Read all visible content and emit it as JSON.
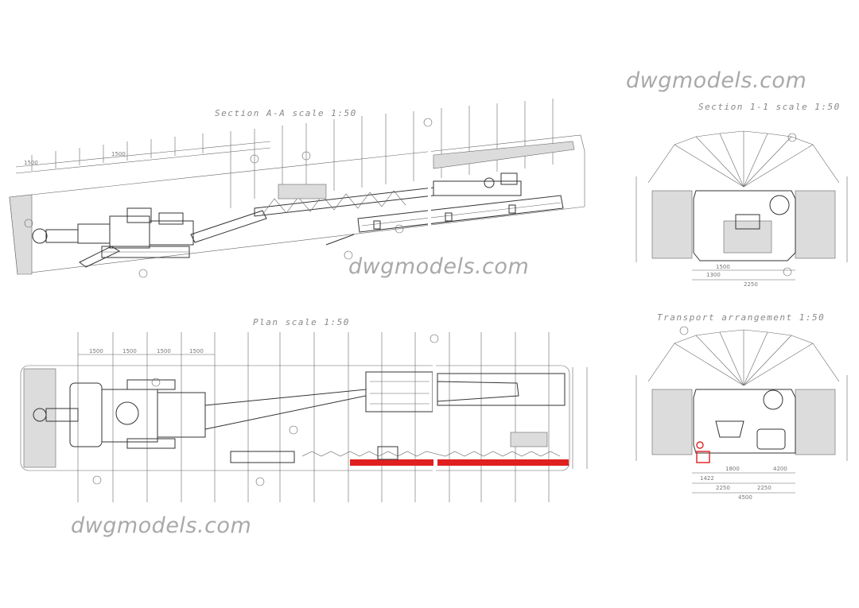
{
  "watermarks": [
    "dwgmodels.com",
    "dwgmodels.com",
    "dwgmodels.com"
  ],
  "views": {
    "section_aa": "Section A-A scale 1:50",
    "section_11": "Section 1-1 scale 1:50",
    "plan": "Plan scale 1:50",
    "transport": "Transport arrangement 1:50"
  },
  "dimensions": {
    "top": [
      "1500",
      "1500",
      "1500",
      "1500"
    ],
    "sec11_bottom": [
      "1300",
      "2250",
      "1500"
    ],
    "transport_bottom": [
      "1422",
      "1800",
      "4200",
      "2250",
      "2250",
      "4500"
    ]
  },
  "colors": {
    "highlight": "#e02020",
    "line": "#333333",
    "fill": "#dcdcdc"
  }
}
